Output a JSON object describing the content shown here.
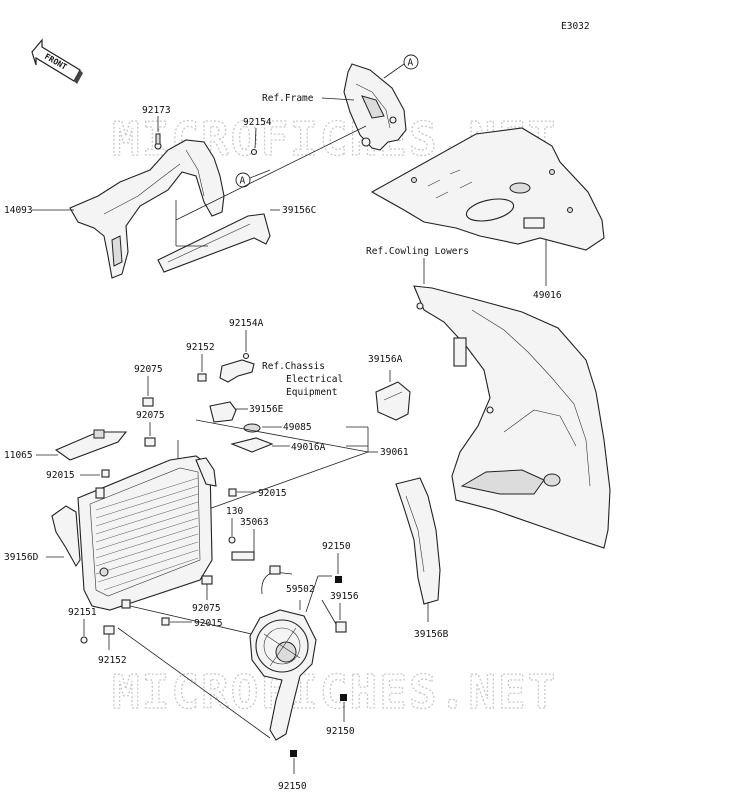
{
  "diagram_code": "E3032",
  "front_label": "FRONT",
  "watermark": "MICROFICHES.NET",
  "callout_letter": "A",
  "references": {
    "frame": "Ref.Frame",
    "cowling_lowers": "Ref.Cowling Lowers",
    "chassis_line1": "Ref.Chassis",
    "chassis_line2": "Electrical",
    "chassis_line3": "Equipment"
  },
  "parts": {
    "p92173": "92173",
    "p92154": "92154",
    "p14093": "14093",
    "p39156C": "39156C",
    "p49016": "49016",
    "p92154A": "92154A",
    "p92152_top": "92152",
    "p92075_a": "92075",
    "p92075_b": "92075",
    "p39156E": "39156E",
    "p49085": "49085",
    "p49016A": "49016A",
    "p39061": "39061",
    "p11065": "11065",
    "p92015_a": "92015",
    "p92015_b": "92015",
    "p92015_c": "92015",
    "p39156A": "39156A",
    "p39156D": "39156D",
    "p130": "130",
    "p35063": "35063",
    "p92150_a": "92150",
    "p92150_b": "92150",
    "p92150_c": "92150",
    "p59502": "59502",
    "p39156": "39156",
    "p92075_c": "92075",
    "p92151": "92151",
    "p92152_bottom": "92152",
    "p39156B": "39156B"
  }
}
